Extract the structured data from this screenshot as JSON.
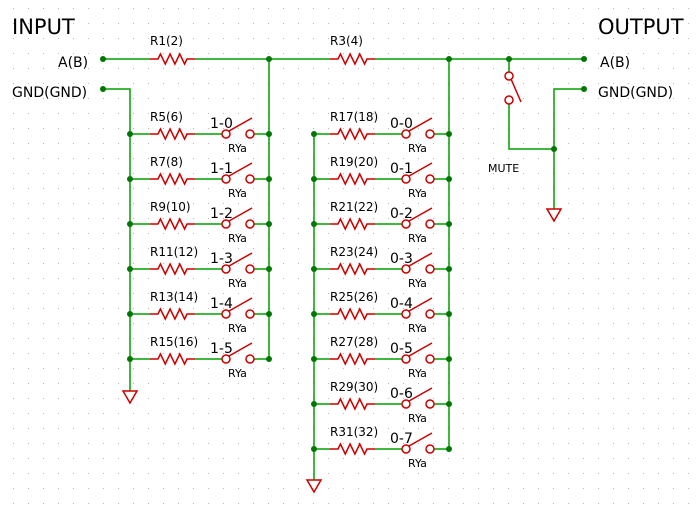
{
  "titles": {
    "input": "INPUT",
    "output": "OUTPUT"
  },
  "ports": {
    "in_signal": "A(B)",
    "in_gnd": "GND(GND)",
    "out_signal": "A(B)",
    "out_gnd": "GND(GND)"
  },
  "resistors": {
    "r1": "R1(2)",
    "r3": "R3(4)"
  },
  "bank1": {
    "rows": [
      {
        "resistor": "R5(6)",
        "switch": "1-0",
        "relay": "RYa"
      },
      {
        "resistor": "R7(8)",
        "switch": "1-1",
        "relay": "RYa"
      },
      {
        "resistor": "R9(10)",
        "switch": "1-2",
        "relay": "RYa"
      },
      {
        "resistor": "R11(12)",
        "switch": "1-3",
        "relay": "RYa"
      },
      {
        "resistor": "R13(14)",
        "switch": "1-4",
        "relay": "RYa"
      },
      {
        "resistor": "R15(16)",
        "switch": "1-5",
        "relay": "RYa"
      }
    ]
  },
  "bank0": {
    "rows": [
      {
        "resistor": "R17(18)",
        "switch": "0-0",
        "relay": "RYa"
      },
      {
        "resistor": "R19(20)",
        "switch": "0-1",
        "relay": "RYa"
      },
      {
        "resistor": "R21(22)",
        "switch": "0-2",
        "relay": "RYa"
      },
      {
        "resistor": "R23(24)",
        "switch": "0-3",
        "relay": "RYa"
      },
      {
        "resistor": "R25(26)",
        "switch": "0-4",
        "relay": "RYa"
      },
      {
        "resistor": "R27(28)",
        "switch": "0-5",
        "relay": "RYa"
      },
      {
        "resistor": "R29(30)",
        "switch": "0-6",
        "relay": "RYa"
      },
      {
        "resistor": "R31(32)",
        "switch": "0-7",
        "relay": "RYa"
      }
    ]
  },
  "mute": {
    "label": "MUTE"
  },
  "colors": {
    "wire": "#00a000",
    "component": "#cc0000",
    "node": "#007700",
    "grid": "#b8b8b8"
  }
}
